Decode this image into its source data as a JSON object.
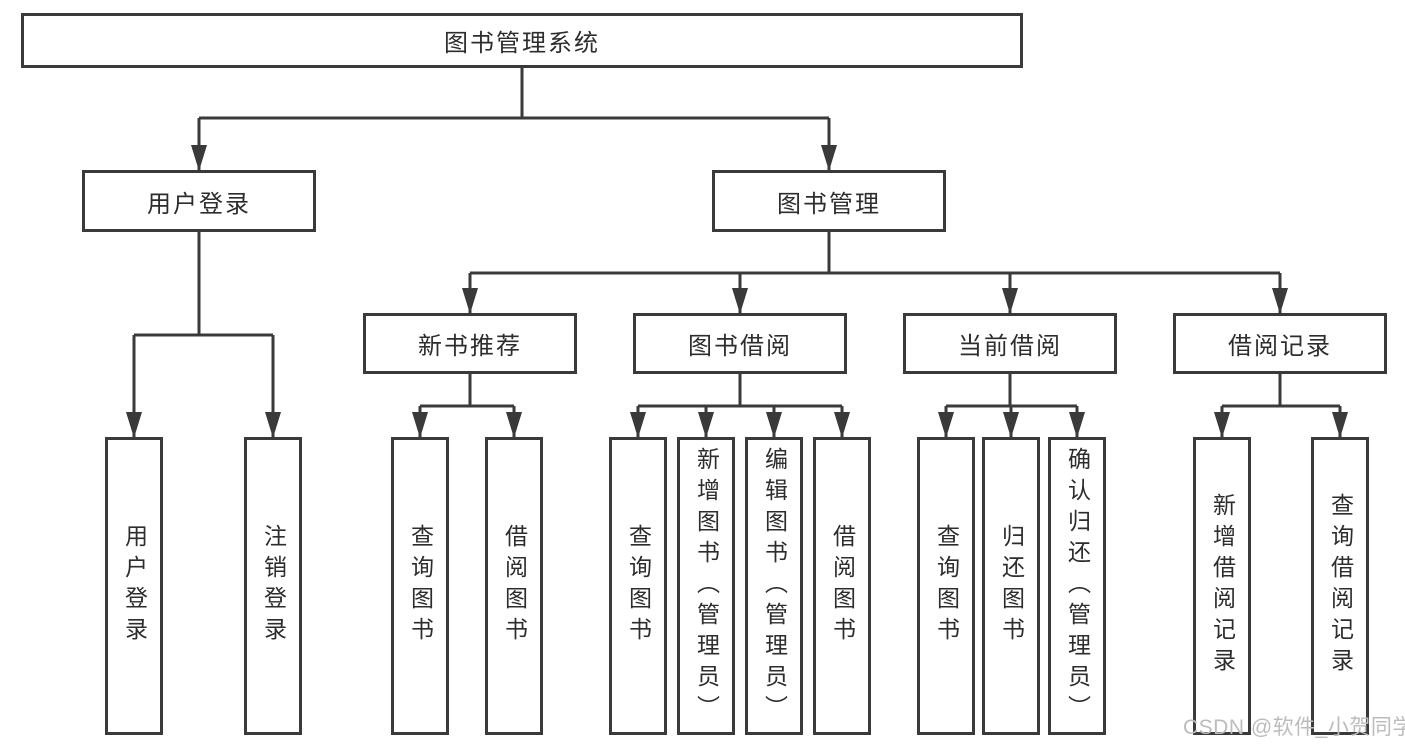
{
  "colors": {
    "background": "#ffffff",
    "line": "#3a3a3a",
    "box_border": "#3a3a3a",
    "text": "#2d2d2d",
    "watermark": "#bcbcbc"
  },
  "watermark": {
    "text": "CSDN @软件_小贺同学"
  },
  "tree": {
    "root": {
      "label": "图书管理系统",
      "children": [
        {
          "label": "用户登录",
          "children": [
            {
              "label": "用户登录"
            },
            {
              "label": "注销登录"
            }
          ]
        },
        {
          "label": "图书管理",
          "children": [
            {
              "label": "新书推荐",
              "children": [
                {
                  "label": "查询图书"
                },
                {
                  "label": "借阅图书"
                }
              ]
            },
            {
              "label": "图书借阅",
              "children": [
                {
                  "label": "查询图书"
                },
                {
                  "label": "新增图书（管理员）"
                },
                {
                  "label": "编辑图书（管理员）"
                },
                {
                  "label": "借阅图书"
                }
              ]
            },
            {
              "label": "当前借阅",
              "children": [
                {
                  "label": "查询图书"
                },
                {
                  "label": "归还图书"
                },
                {
                  "label": "确认归还（管理员）"
                }
              ]
            },
            {
              "label": "借阅记录",
              "children": [
                {
                  "label": "新增借阅记录"
                },
                {
                  "label": "查询借阅记录"
                }
              ]
            }
          ]
        }
      ]
    }
  }
}
